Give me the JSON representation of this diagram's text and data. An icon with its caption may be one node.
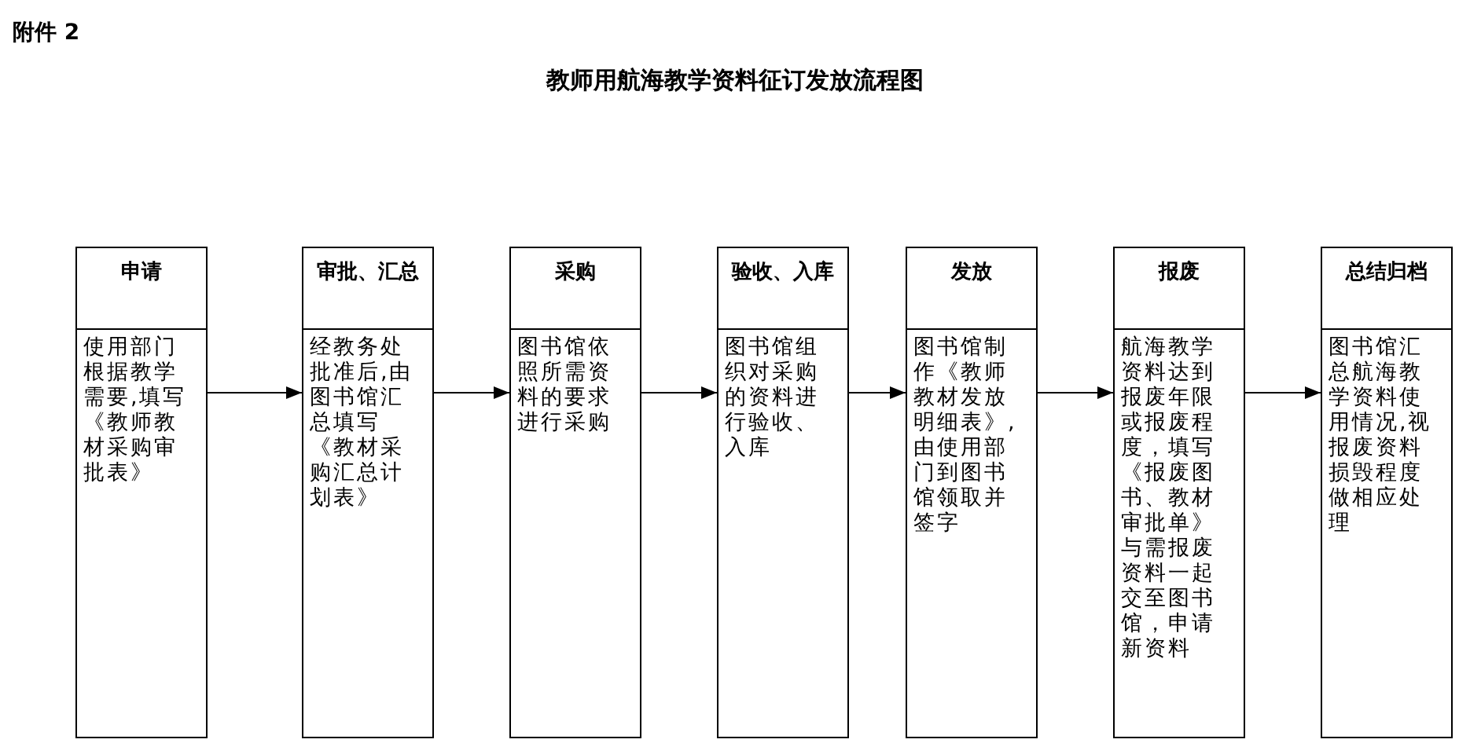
{
  "diagram": {
    "title": "教师用航海教学资料征订发放流程图",
    "nodes": [
      {
        "text": [
          "申请",
          "使用部门根据教学需要,填写《教师教材采购审批表》"
        ]
      },
      {
        "text": [
          "审批、汇总",
          "经教务处批准后,由图书馆汇总填写《教材采购汇总计划表》"
        ]
      },
      {
        "text": [
          "采购",
          "图书馆依照所需资料的要求进行采购"
        ]
      },
      {
        "text": [
          "验收、入库",
          "图书馆组织对采购的资料进行验收、入库"
        ]
      },
      {
        "text": [
          "发放",
          "图书馆制作《教师教材发放明细表》,由使用部门到图书馆领取并签字"
        ]
      },
      {
        "text": [
          "报废",
          "航海教学资料达到报废年限或报废程度，填写《报废图书、教材审批单》与需报废资料一起交至图书馆，申请新资料"
        ]
      },
      {
        "text": [
          "总结归档",
          "图书馆汇总航海教学资料使用情况,视报废资料损毁程度做相应处理"
        ]
      }
    ],
    "edges": [
      {
        "from": 0,
        "to": 1,
        "arrow": "to"
      },
      {
        "from": 1,
        "to": 2,
        "arrow": "to"
      },
      {
        "from": 2,
        "to": 3,
        "arrow": "to"
      },
      {
        "from": 3,
        "to": 4,
        "arrow": "to"
      },
      {
        "from": 4,
        "to": 5,
        "arrow": "to"
      },
      {
        "from": 5,
        "to": 6,
        "arrow": "to"
      }
    ],
    "labels": [
      "附件 2"
    ]
  }
}
